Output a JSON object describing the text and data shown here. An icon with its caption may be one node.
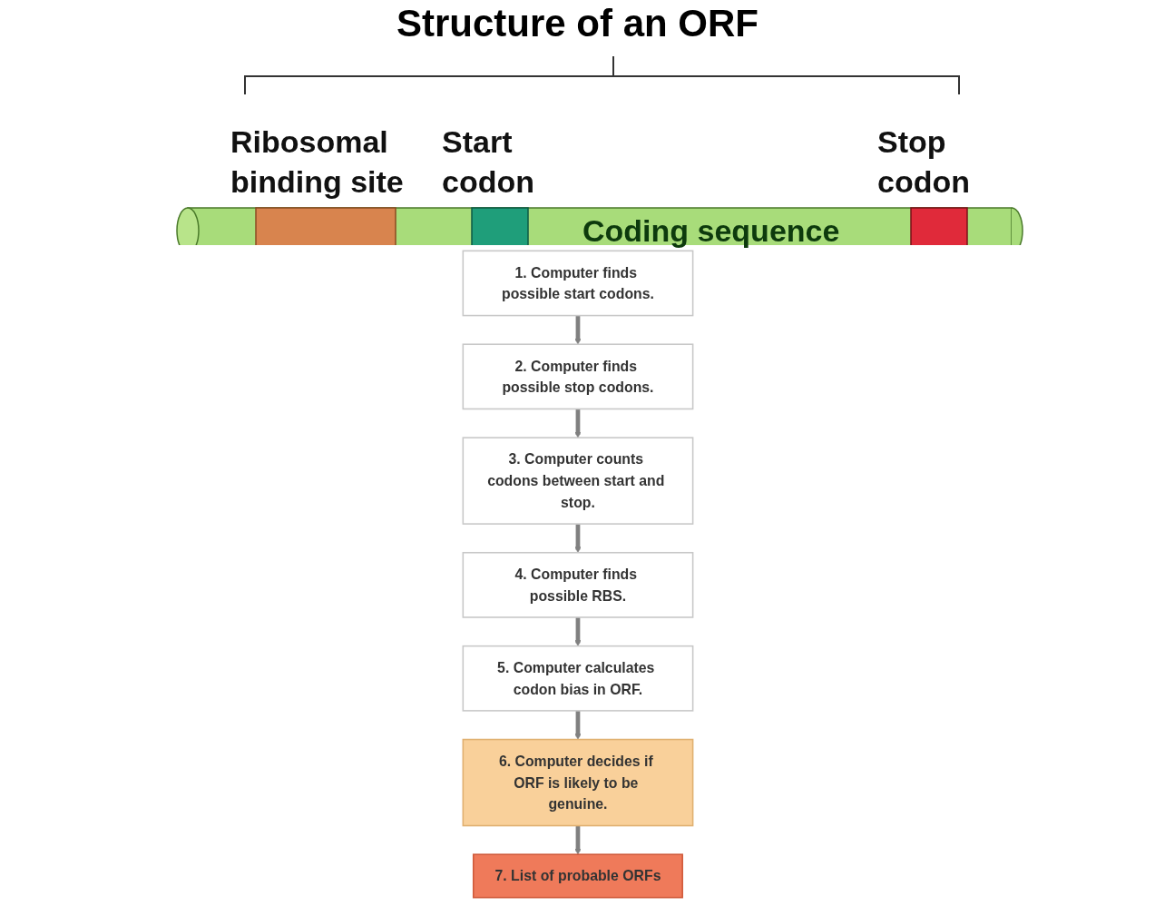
{
  "diagram": {
    "title": "Structure of an ORF",
    "nodes": [
      {
        "text": [
          "1. Computer finds possible start codons."
        ]
      },
      {
        "text": [
          "2. Computer finds possible stop codons."
        ]
      },
      {
        "text": [
          "3. Computer counts codons between start and stop."
        ]
      },
      {
        "text": [
          "4. Computer finds possible RBS."
        ]
      },
      {
        "text": [
          "5. Computer calculates codon bias in ORF."
        ]
      },
      {
        "text": [
          "6. Computer decides if ORF is likely to be genuine."
        ]
      },
      {
        "text": [
          "7. List of probable ORFs"
        ]
      }
    ],
    "edges": [
      {
        "from": 0,
        "to": 1,
        "arrow": "to"
      },
      {
        "from": 1,
        "to": 2,
        "arrow": "to"
      },
      {
        "from": 2,
        "to": 3,
        "arrow": "to"
      },
      {
        "from": 3,
        "to": 4,
        "arrow": "to"
      },
      {
        "from": 4,
        "to": 5,
        "arrow": "to"
      },
      {
        "from": 5,
        "to": 6,
        "arrow": "to"
      }
    ],
    "labels": [
      "Ribosomal binding site",
      "Start codon",
      "Stop codon",
      "Coding sequence"
    ]
  }
}
